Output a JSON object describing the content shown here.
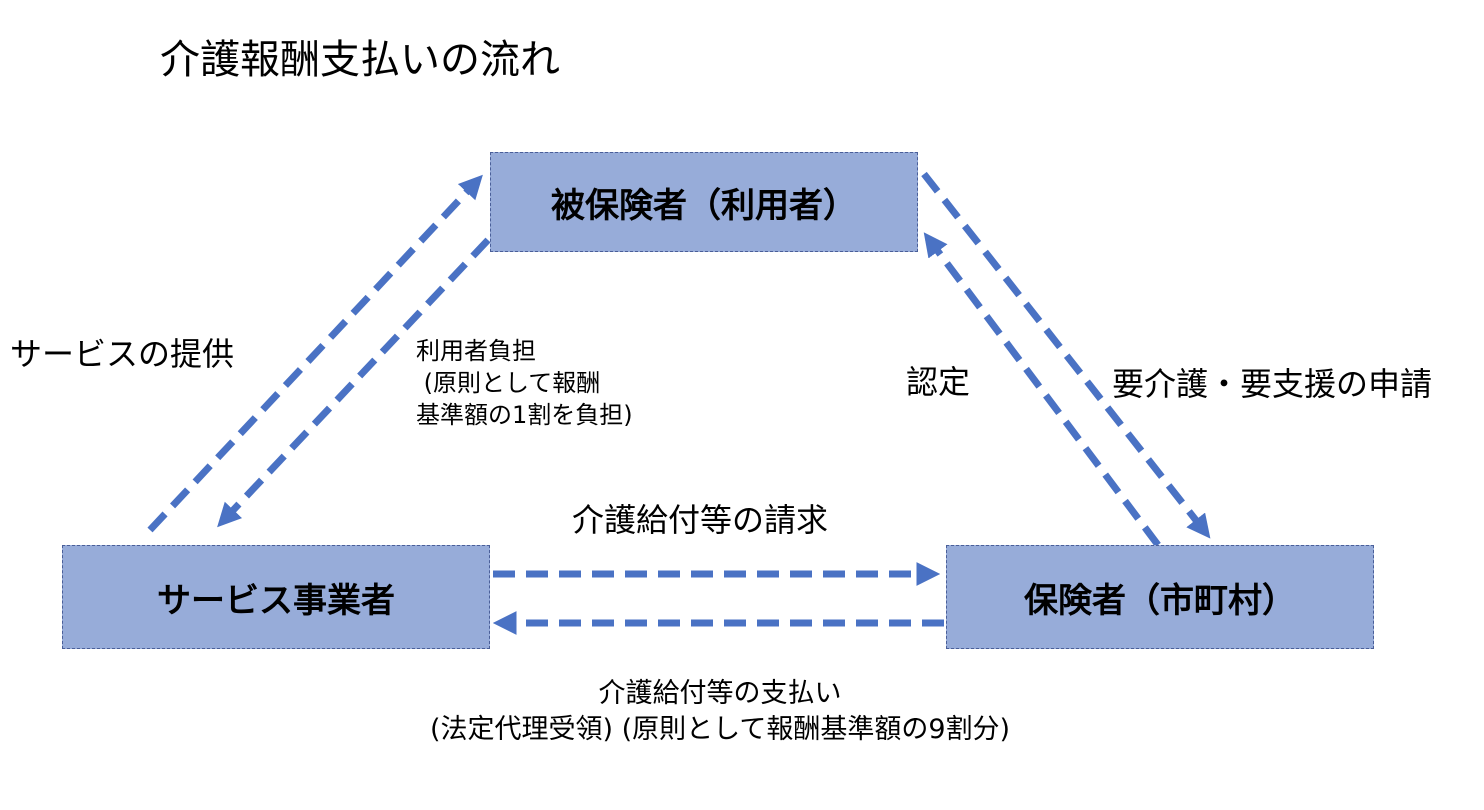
{
  "title": "介護報酬支払いの流れ",
  "nodes": {
    "insured": "被保険者（利用者）",
    "provider": "サービス事業者",
    "insurer": "保険者（市町村）"
  },
  "edges": {
    "service_provision": "サービスの提供",
    "user_cost": {
      "line1": "利用者負担",
      "line2": " (原則として報酬",
      "line3": "基準額の1割を負担)"
    },
    "approval": "認定",
    "application": "要介護・要支援の申請",
    "claim": "介護給付等の請求",
    "payment": {
      "line1": "介護給付等の支払い",
      "line2": "(法定代理受領) (原則として報酬基準額の9割分)"
    }
  },
  "colors": {
    "box_fill": "#97acd9",
    "arrow": "#4a72c4",
    "box_border": "#4a5f99"
  }
}
